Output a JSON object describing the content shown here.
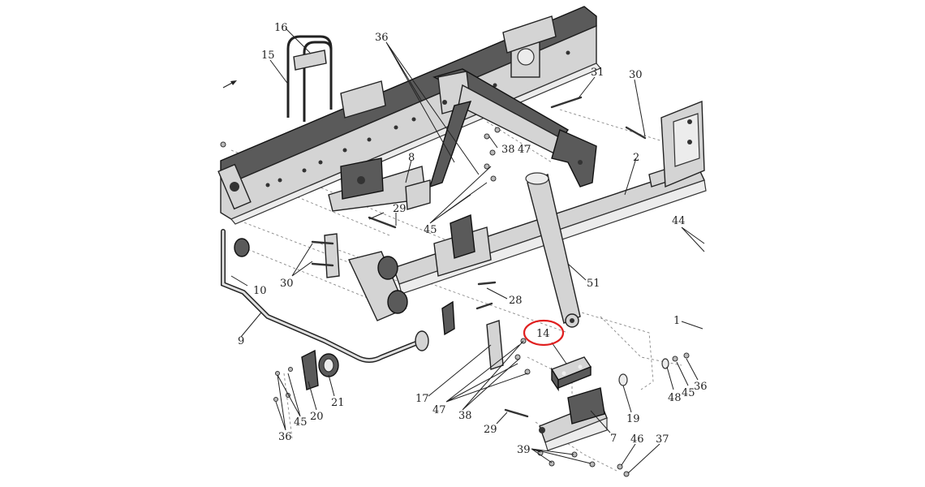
{
  "diagram": {
    "labels": [
      {
        "id": "l16",
        "text": "16"
      },
      {
        "id": "l15",
        "text": "15"
      },
      {
        "id": "l36a",
        "text": "36"
      },
      {
        "id": "l31",
        "text": "31"
      },
      {
        "id": "l30a",
        "text": "30"
      },
      {
        "id": "l38a",
        "text": "38"
      },
      {
        "id": "l47a",
        "text": "47"
      },
      {
        "id": "l8",
        "text": "8"
      },
      {
        "id": "l2",
        "text": "2"
      },
      {
        "id": "l29a",
        "text": "29"
      },
      {
        "id": "l45a",
        "text": "45"
      },
      {
        "id": "l44",
        "text": "44"
      },
      {
        "id": "l30b",
        "text": "30"
      },
      {
        "id": "l10",
        "text": "10"
      },
      {
        "id": "l51",
        "text": "51"
      },
      {
        "id": "l28",
        "text": "28"
      },
      {
        "id": "l9",
        "text": "9"
      },
      {
        "id": "l1",
        "text": "1"
      },
      {
        "id": "l14",
        "text": "14"
      },
      {
        "id": "l17",
        "text": "17"
      },
      {
        "id": "l47b",
        "text": "47"
      },
      {
        "id": "l38b",
        "text": "38"
      },
      {
        "id": "l21",
        "text": "21"
      },
      {
        "id": "l20",
        "text": "20"
      },
      {
        "id": "l45b",
        "text": "45"
      },
      {
        "id": "l36b",
        "text": "36"
      },
      {
        "id": "l29b",
        "text": "29"
      },
      {
        "id": "l19",
        "text": "19"
      },
      {
        "id": "l48",
        "text": "48"
      },
      {
        "id": "l45c",
        "text": "45"
      },
      {
        "id": "l36c",
        "text": "36"
      },
      {
        "id": "l7",
        "text": "7"
      },
      {
        "id": "l46",
        "text": "46"
      },
      {
        "id": "l37",
        "text": "37"
      },
      {
        "id": "l39",
        "text": "39"
      }
    ],
    "highlight": {
      "label": "14",
      "color": "#e02020"
    }
  }
}
